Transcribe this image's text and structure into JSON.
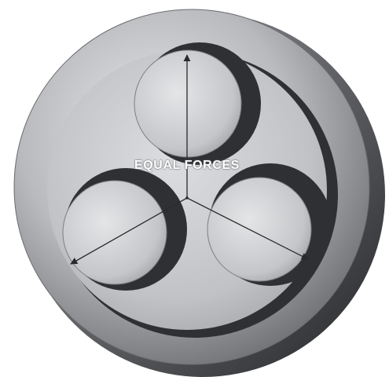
{
  "figure": {
    "label": "EQUAL FORCES",
    "arrow_count": 3,
    "circle_count": 3,
    "tone_colors": {
      "ring_light": "#d8d9db",
      "ring_mid": "#a9abae",
      "ring_dark": "#3e3f42",
      "inner_face": "#c7c9cc",
      "shadow": "#2f3033",
      "line": "#2a2a2c"
    }
  }
}
